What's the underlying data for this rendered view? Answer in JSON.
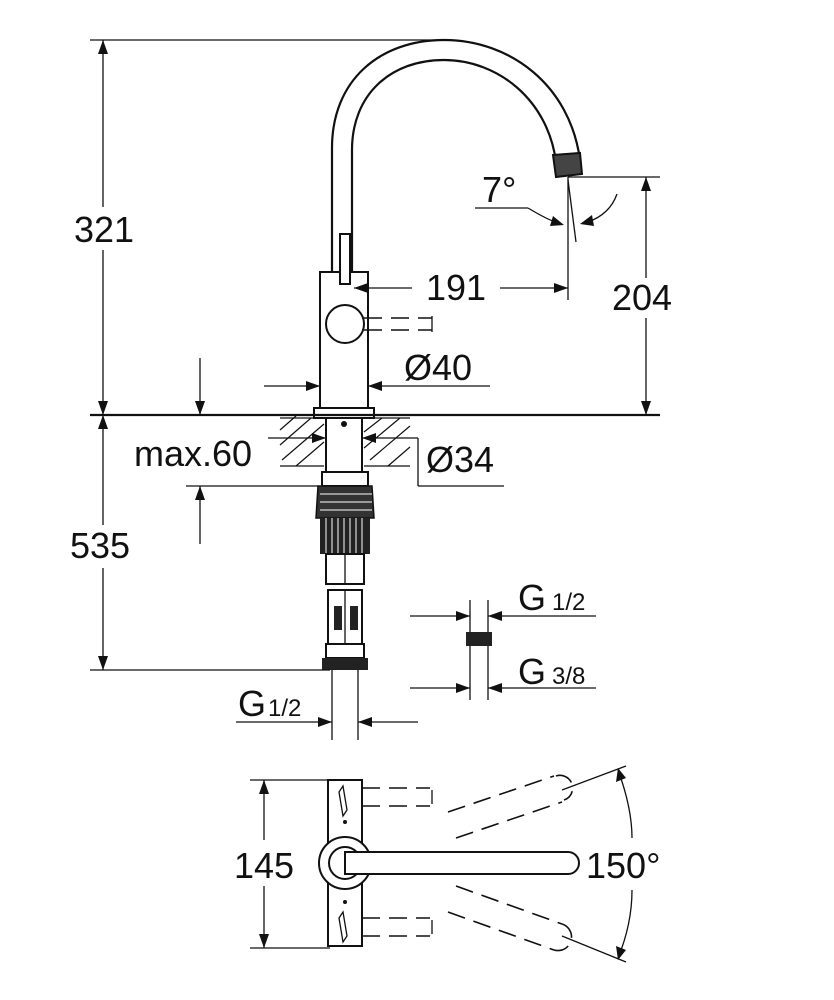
{
  "dimensions": {
    "height_total": "321",
    "reach": "191",
    "spout_height": "204",
    "spout_angle": "7°",
    "body_diameter": "Ø40",
    "hole_diameter": "Ø34",
    "deck_thickness": "max.60",
    "below_deck": "535",
    "hose_thread": "G",
    "hose_thread_size": "1/2",
    "adapter_in": "G",
    "adapter_in_size": "1/2",
    "adapter_out": "G",
    "adapter_out_size": "3/8",
    "plan_width": "145",
    "lever_rotation": "150°"
  },
  "colors": {
    "line": "#111111",
    "fill": "#ffffff"
  }
}
